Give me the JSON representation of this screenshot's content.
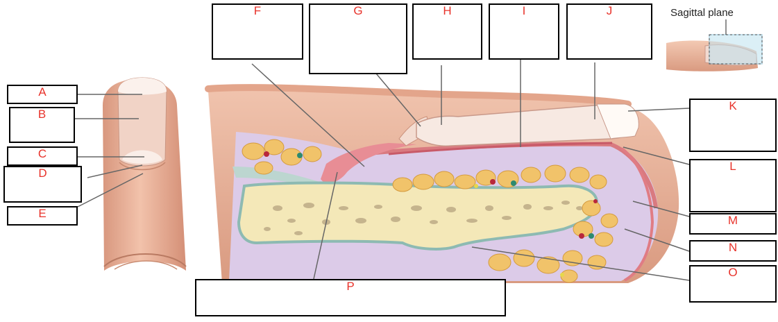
{
  "inset": {
    "title": "Sagittal plane"
  },
  "labels": {
    "A": "A",
    "B": "B",
    "C": "C",
    "D": "D",
    "E": "E",
    "F": "F",
    "G": "G",
    "H": "H",
    "I": "I",
    "J": "J",
    "K": "K",
    "L": "L",
    "M": "M",
    "N": "N",
    "O": "O",
    "P": "P"
  },
  "colors": {
    "label_text": "#e8322a",
    "skin": "#e9b096",
    "nail": "#f4e4dc",
    "bone": "#f3e6b4",
    "fat": "#f0c068",
    "dermis": "#d9cbe6"
  }
}
